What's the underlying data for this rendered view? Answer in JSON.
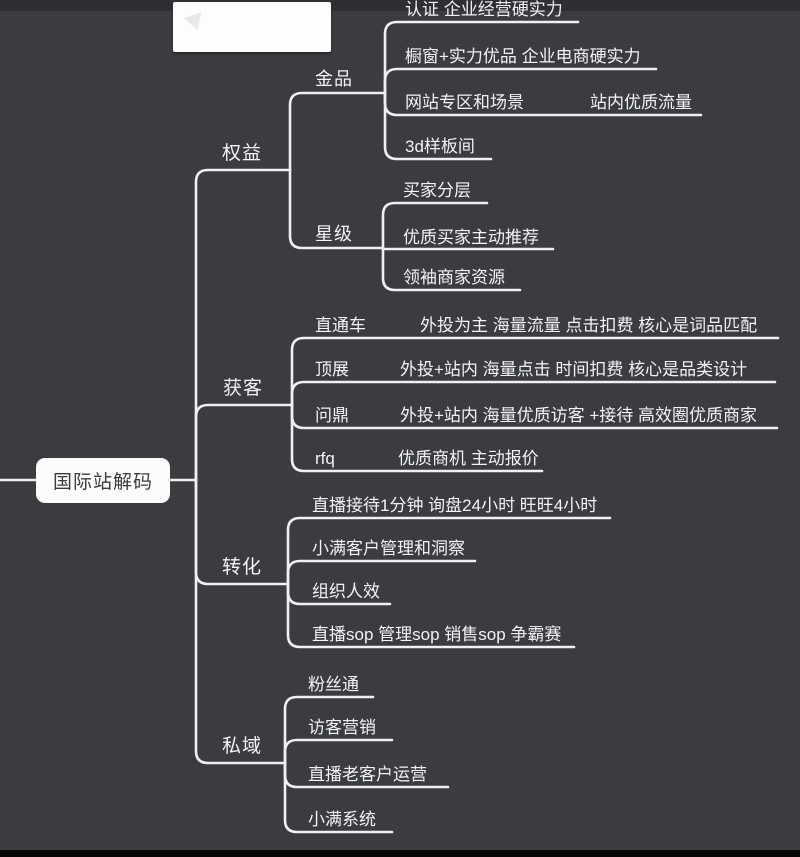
{
  "colors": {
    "background": "#3a3c40",
    "line": "#eef0f1",
    "text": "#f2f3f4",
    "root_bg": "#fcfcfc",
    "root_text": "#393b3f",
    "top_strip": "#2d2f33",
    "bottom_strip": "#060607",
    "mask": "#fdfdfd"
  },
  "mindmap": {
    "root": {
      "label": "国际站解码"
    },
    "branches": [
      {
        "label": "权益",
        "children": [
          {
            "label": "金品",
            "children": [
              {
                "label": "认证 企业经营硬实力"
              },
              {
                "label": "橱窗+实力优品 企业电商硬实力"
              },
              {
                "label": "网站专区和场景",
                "note": "站内优质流量"
              },
              {
                "label": "3d样板间"
              }
            ]
          },
          {
            "label": "星级",
            "children": [
              {
                "label": "买家分层"
              },
              {
                "label": "优质买家主动推荐"
              },
              {
                "label": "领袖商家资源"
              }
            ]
          }
        ]
      },
      {
        "label": "获客",
        "children": [
          {
            "label": "直通车",
            "note": "外投为主 海量流量 点击扣费 核心是词品匹配"
          },
          {
            "label": "顶展",
            "note": "外投+站内 海量点击 时间扣费 核心是品类设计"
          },
          {
            "label": "问鼎",
            "note": "外投+站内 海量优质访客 +接待 高效圈优质商家"
          },
          {
            "label": "rfq",
            "note": "优质商机 主动报价"
          }
        ]
      },
      {
        "label": "转化",
        "children": [
          {
            "label": "直播接待1分钟 询盘24小时 旺旺4小时"
          },
          {
            "label": "小满客户管理和洞察"
          },
          {
            "label": "组织人效"
          },
          {
            "label": "直播sop 管理sop 销售sop 争霸赛"
          }
        ]
      },
      {
        "label": "私域",
        "children": [
          {
            "label": "粉丝通"
          },
          {
            "label": "访客营销"
          },
          {
            "label": "直播老客户运营"
          },
          {
            "label": "小满系统"
          }
        ]
      }
    ]
  }
}
